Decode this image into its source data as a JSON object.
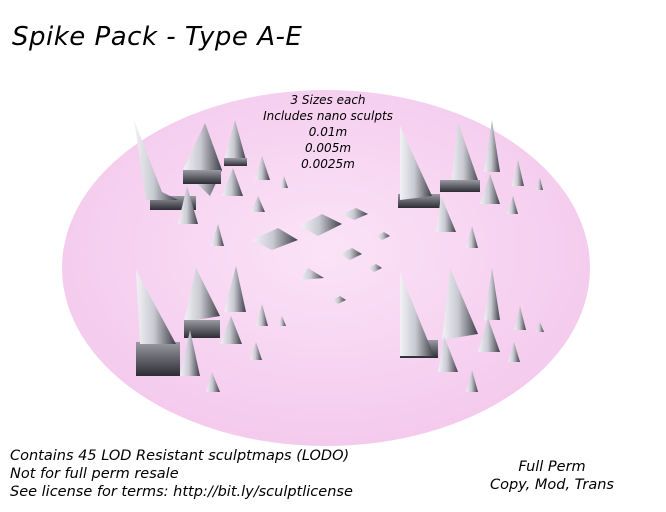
{
  "title": "Spike Pack - Type A-E",
  "center_info": {
    "line1": "3 Sizes each",
    "line2": "Includes nano sculpts",
    "size1": "0.01m",
    "size2": "0.005m",
    "size3": "0.0025m"
  },
  "footer_left": {
    "line1": "Contains 45 LOD Resistant sculptmaps (LODO)",
    "line2": "Not for full perm resale",
    "line3": "See license for terms: http://bit.ly/sculptlicense"
  },
  "footer_right": {
    "line1": "Full Perm",
    "line2": "Copy, Mod, Trans"
  },
  "colors": {
    "background": "#ffffff",
    "disc": "#f6d2f0",
    "spike_light": "#e8e8ee",
    "spike_dark": "#4a4a55"
  }
}
